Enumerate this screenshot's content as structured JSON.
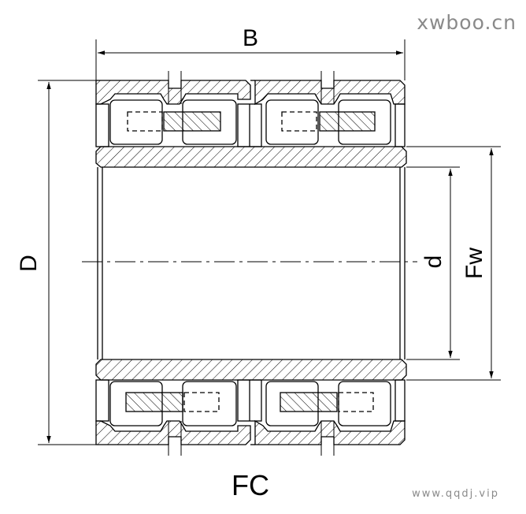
{
  "labels": {
    "width": "B",
    "outer_diameter": "D",
    "bore": "d",
    "roller_underside_diameter": "Fw",
    "type_code": "FC"
  },
  "watermarks": {
    "top": "xwboo.cn",
    "bottom": "www.qqdj.vip"
  },
  "colors": {
    "line": "#000000",
    "watermark": "#8a8a8a"
  }
}
